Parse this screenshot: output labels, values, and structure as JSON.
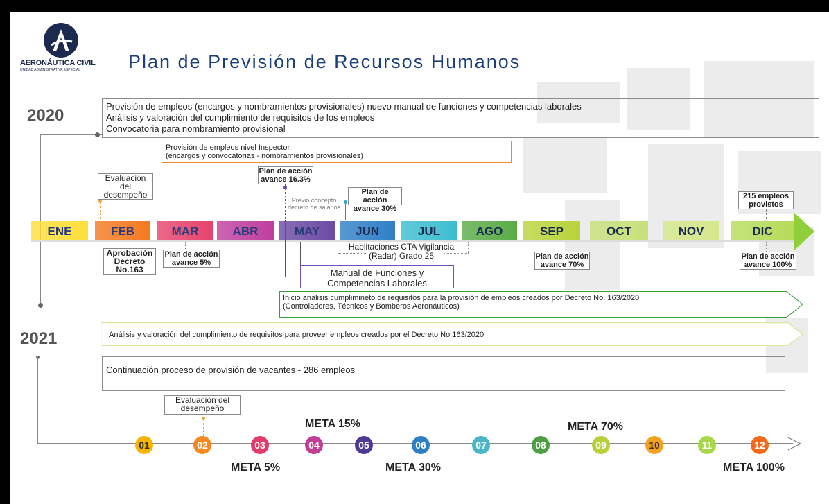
{
  "header": {
    "logo_name": "AERONÁUTICA CIVIL",
    "logo_sub": "UNIDAD ADMINISTRATIVA ESPECIAL",
    "title": "Plan de Previsión de Recursos Humanos"
  },
  "years": {
    "y2020": "2020",
    "y2021": "2021"
  },
  "boxes": {
    "top_line1": "Provisión de empleos (encargos y nombramientos provisionales) nuevo manual de funciones y competencias laborales",
    "top_line2": "Análisis y valoración del cumplimiento de requisitos de los empleos",
    "top_line3": "Convocatoria para nombramiento provisional",
    "inspector_line1": "Provisión de empleos nivel Inspector",
    "inspector_line2": "(encargos y convocatorias - nombramientos provisionales)",
    "inicio_line1": "Inicio análisis cumplimineto de requisitos para  la provisión de empleos creados por Decreto No. 163/2020",
    "inicio_line2": "(Controladores, Técnicos y Bomberos Aeronáuticos)",
    "analisis_2021": "Análisis y valoración del cumplimiento de requisitos para proveer empleos creados por el Decreto No.163/2020",
    "continuacion": "Continuación proceso de provisión de vacantes - 286 empleos",
    "manual_line1": "Manual de Funciones y",
    "manual_line2": "Competencias Laborales",
    "habilitaciones_line1": "Hablitaciones CTA Vigilancia",
    "habilitaciones_line2": "(Radar) Grado 25"
  },
  "labels": {
    "eval_line1": "Evaluación",
    "eval_line2": "del",
    "eval_line3": "desempeño",
    "may_plan1": "Plan de acción",
    "may_plan2": "avance 16.3%",
    "previo1": "Previo concepto",
    "previo2": "decreto de salarios",
    "jun_plan1": "Plan de acción",
    "jun_plan2": "avance 30%",
    "dic_top1": "215 empleos",
    "dic_top2": "provistos",
    "feb_below1": "Aprobación",
    "feb_below2": "Decreto",
    "feb_below3": "No.163",
    "mar_below1": "Plan de acción",
    "mar_below2": "avance 5%",
    "sep_below1": "Plan de acción",
    "sep_below2": "avance 70%",
    "dic_below1": "Plan de acción",
    "dic_below2": "avance 100%",
    "eval2021_line1": "Evaluación del",
    "eval2021_line2": "desempeño"
  },
  "months": [
    {
      "label": "ENE",
      "color": "#fddf3a",
      "text_color": "#2a3a7a"
    },
    {
      "label": "FEB",
      "color": "#f47920",
      "text_color": "#2a3a7a"
    },
    {
      "label": "MAR",
      "color": "#e6436c",
      "text_color": "#2a3a7a"
    },
    {
      "label": "ABR",
      "color": "#bf3e9e",
      "text_color": "#2a3a7a"
    },
    {
      "label": "MAY",
      "color": "#6b4ba3",
      "text_color": "#2a3a7a"
    },
    {
      "label": "JUN",
      "color": "#2f7fc7",
      "text_color": "#1c2a4f"
    },
    {
      "label": "JUL",
      "color": "#3cbdd0",
      "text_color": "#1c2a4f"
    },
    {
      "label": "AGO",
      "color": "#5aab47",
      "text_color": "#1c2a4f"
    },
    {
      "label": "SEP",
      "color": "#b8d43a",
      "text_color": "#1c2a4f"
    },
    {
      "label": "OCT",
      "color": "#c7e07a",
      "text_color": "#1c2a4f"
    },
    {
      "label": "NOV",
      "color": "#d5e88a",
      "text_color": "#1c2a4f"
    },
    {
      "label": "DIC",
      "color": "#b6dc5a",
      "text_color": "#1c2a4f"
    }
  ],
  "circles": [
    {
      "label": "01",
      "color": "#f7b500"
    },
    {
      "label": "02",
      "color": "#f48a1f"
    },
    {
      "label": "03",
      "color": "#e23a6a"
    },
    {
      "label": "04",
      "color": "#c23d95"
    },
    {
      "label": "05",
      "color": "#4f3a93"
    },
    {
      "label": "06",
      "color": "#2f7fc7"
    },
    {
      "label": "07",
      "color": "#4bb6c9"
    },
    {
      "label": "08",
      "color": "#4e9e44"
    },
    {
      "label": "09",
      "color": "#b6cf3a"
    },
    {
      "label": "10",
      "color": "#f4a21f"
    },
    {
      "label": "11",
      "color": "#a6d84a"
    },
    {
      "label": "12",
      "color": "#f26a1b"
    }
  ],
  "metas": {
    "m5": "META 5%",
    "m15": "META 15%",
    "m30": "META 30%",
    "m70": "META 70%",
    "m100": "META 100%"
  }
}
